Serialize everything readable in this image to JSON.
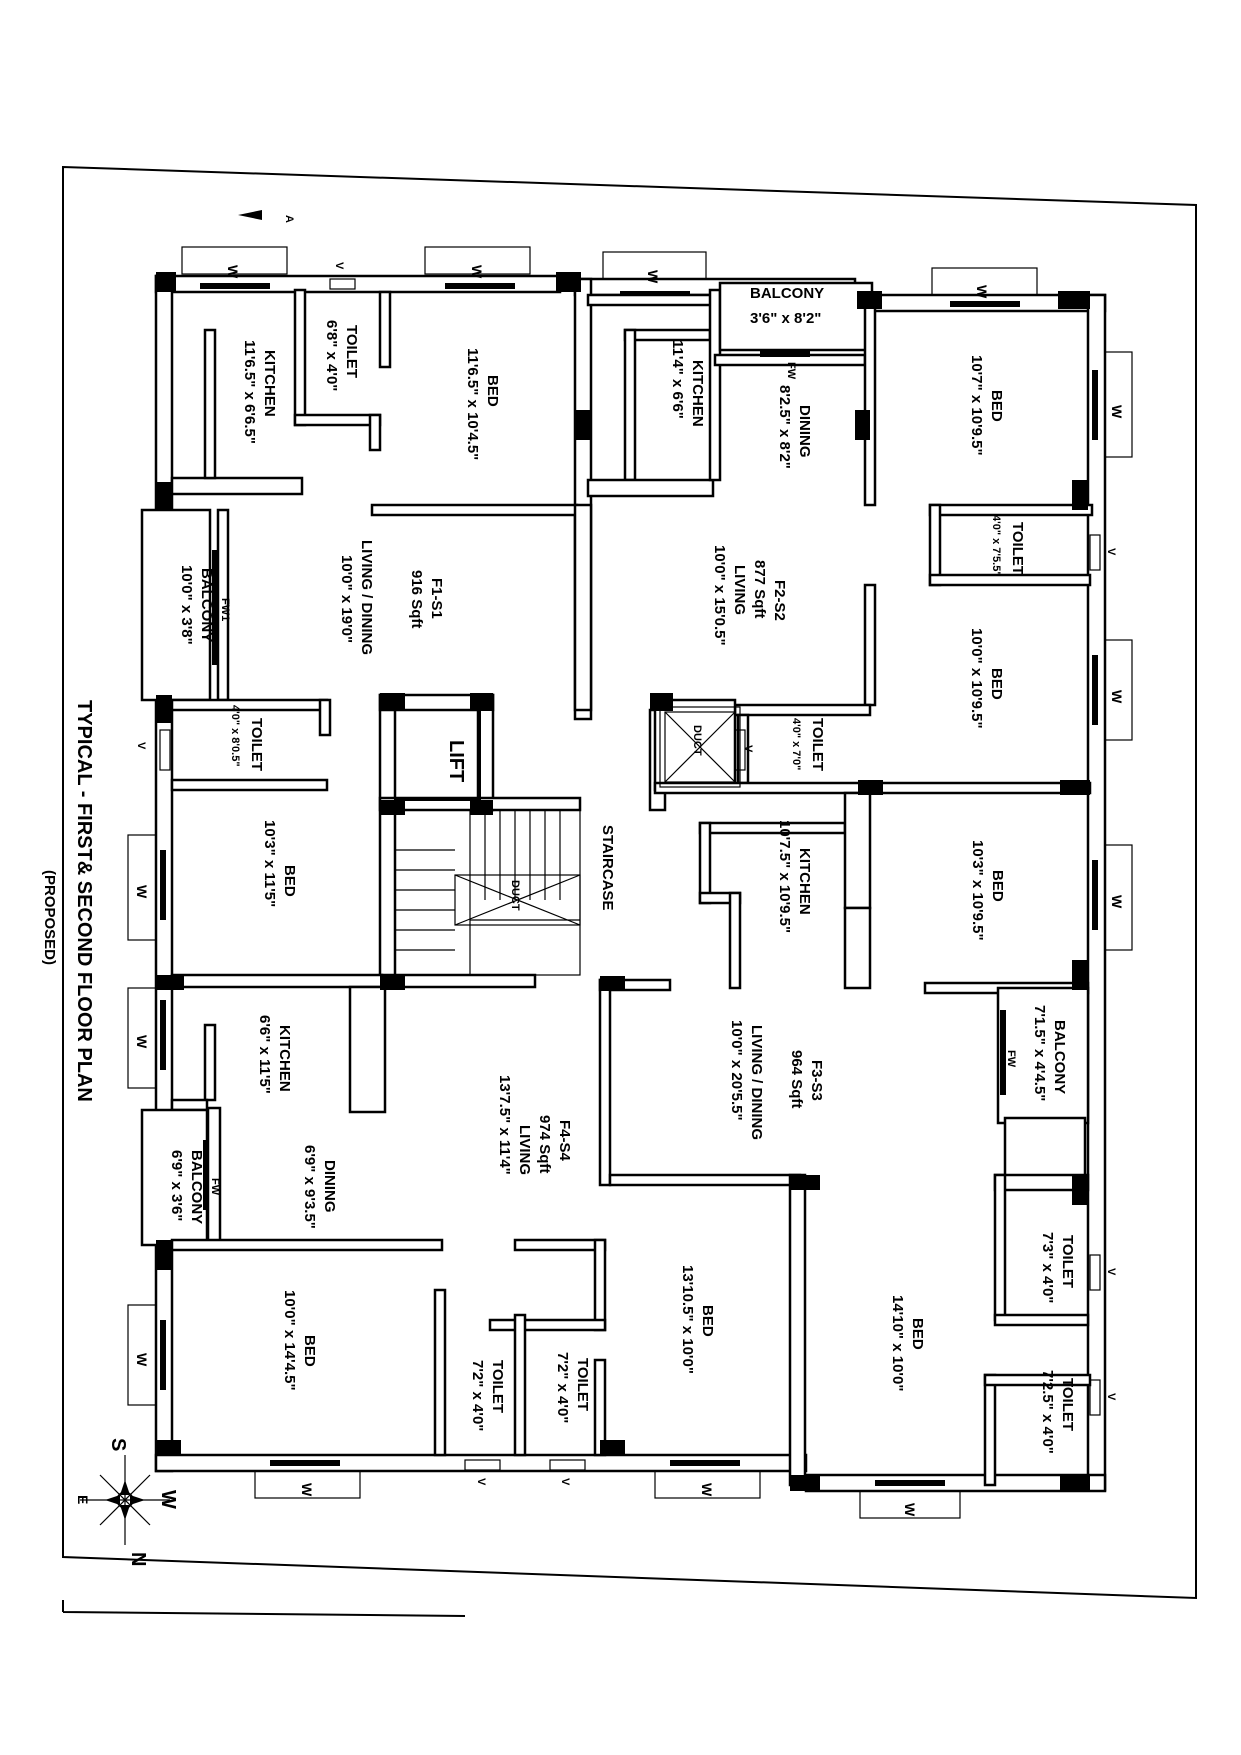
{
  "plan": {
    "title": "TYPICAL - FIRST& SECOND FLOOR PLAN",
    "subtitle": "(PROPOSED)",
    "north_arrow": "A",
    "compass": {
      "north": "N",
      "south": "S",
      "east": "E",
      "west": "W"
    },
    "window": "W",
    "ventilator": "V",
    "french_window": "FW",
    "french_window_1": "FW1"
  },
  "flats": {
    "f1": {
      "name": "F1-S1",
      "area": "916 Sqft",
      "living": {
        "name": "LIVING / DINING",
        "size": "10'0\" x 19'0\""
      },
      "kitchen": {
        "name": "KITCHEN",
        "size": "11'6.5\" x 6'6.5\""
      },
      "toilet1": {
        "name": "TOILET",
        "size": "6'8\" x 4'0\""
      },
      "bed1": {
        "name": "BED",
        "size": "11'6.5\" x 10'4.5\""
      },
      "balcony": {
        "name": "BALCONY",
        "size": "10'0\" x 3'8\""
      },
      "toilet2": {
        "name": "TOILET",
        "size": "4'0\" x 8'0.5\""
      },
      "bed2": {
        "name": "BED",
        "size": "10'3\" x 11'5\""
      }
    },
    "f2": {
      "name": "F2-S2",
      "area": "877 Sqft",
      "living": {
        "name": "LIVING",
        "size": "10'0\" x 15'0.5\""
      },
      "kitchen": {
        "name": "KITCHEN",
        "size": "11'4\" x 6'6\""
      },
      "balcony": {
        "name": "BALCONY",
        "size": "3'6\" x 8'2\""
      },
      "dining": {
        "name": "DINING",
        "size": "8'2.5\" x 8'2\""
      },
      "bed1": {
        "name": "BED",
        "size": "10'7\" x 10'9.5\""
      },
      "toilet1": {
        "name": "TOILET",
        "size": "4'0\" x 7'5.5\""
      },
      "bed2": {
        "name": "BED",
        "size": "10'0\" x 10'9.5\""
      },
      "toilet2": {
        "name": "TOILET",
        "size": "4'0\" x 7'0\""
      }
    },
    "f3": {
      "name": "F3-S3",
      "area": "964 Sqft",
      "living": {
        "name": "LIVING / DINING",
        "size": "10'0\" x 20'5.5\""
      },
      "kitchen": {
        "name": "KITCHEN",
        "size": "10'7.5\" x 10'9.5\""
      },
      "bed1": {
        "name": "BED",
        "size": "10'3\" x 10'9.5\""
      },
      "balcony": {
        "name": "BALCONY",
        "size": "7'1.5\" x 4'4.5\""
      },
      "toilet1": {
        "name": "TOILET",
        "size": "7'3\" x 4'0\""
      },
      "bed2": {
        "name": "BED",
        "size": "14'10\" x 10'0\""
      },
      "toilet2": {
        "name": "TOILET",
        "size": "7'2.5\" x 4'0\""
      }
    },
    "f4": {
      "name": "F4-S4",
      "area": "974 Sqft",
      "living": {
        "name": "LIVING",
        "size": "13'7.5\" x 11'4\""
      },
      "kitchen": {
        "name": "KITCHEN",
        "size": "6'6\" x 11'5\""
      },
      "dining": {
        "name": "DINING",
        "size": "6'9\" x 9'3.5\""
      },
      "balcony": {
        "name": "BALCONY",
        "size": "6'9\" x 3'6\""
      },
      "bed1": {
        "name": "BED",
        "size": "10'0\" x 14'4.5\""
      },
      "toilet1": {
        "name": "TOILET",
        "size": "7'2\" x 4'0\""
      },
      "toilet2": {
        "name": "TOILET",
        "size": "7'2\" x 4'0\""
      },
      "bed2": {
        "name": "BED",
        "size": "13'10.5\" x 10'0\""
      }
    }
  },
  "common": {
    "lift": "LIFT",
    "staircase": "STAIRCASE",
    "duct": "DUCT"
  }
}
